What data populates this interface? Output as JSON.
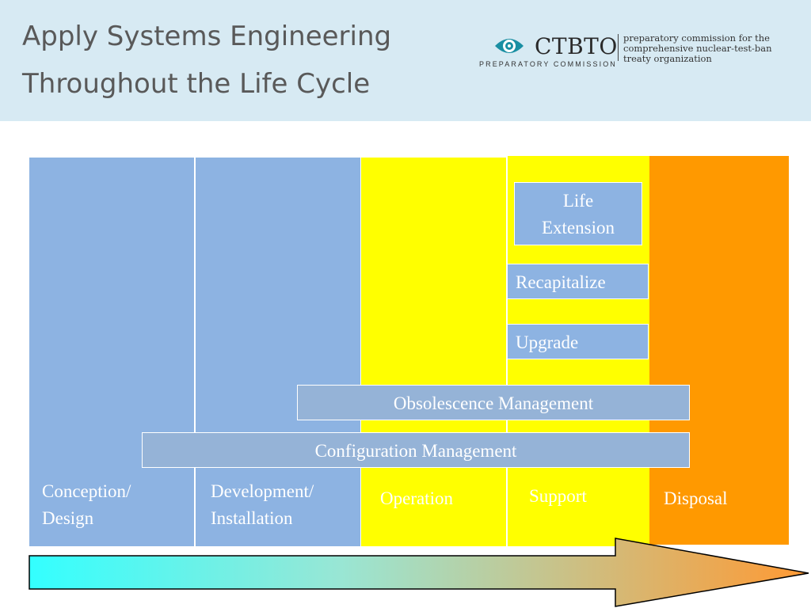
{
  "header": {
    "title_line1": "Apply Systems Engineering",
    "title_line2": "Throughout the Life Cycle"
  },
  "logo": {
    "name": "CTBTO",
    "sub": "PREPARATORY COMMISSION",
    "desc_line1": "preparatory commission for the",
    "desc_line2": "comprehensive nuclear-test-ban",
    "desc_line3": "treaty organization",
    "icon": "eye-emblem-icon"
  },
  "phases": {
    "conception": {
      "line1": "Conception/",
      "line2": "Design",
      "color": "#8db3e2"
    },
    "development": {
      "line1": "Development/",
      "line2": "Installation",
      "color": "#8db3e2"
    },
    "operation": {
      "label": "Operation",
      "color": "#ffff00"
    },
    "support": {
      "label": "Support",
      "color": "#ffff00"
    },
    "disposal": {
      "label": "Disposal",
      "color": "#ff9900"
    }
  },
  "activities": {
    "life_extension_line1": "Life",
    "life_extension_line2": "Extension",
    "recapitalize": "Recapitalize",
    "upgrade": "Upgrade",
    "obsolescence": "Obsolescence Management",
    "configuration": "Configuration Management"
  },
  "arrow": {
    "gradient_start": "#33ffff",
    "gradient_end": "#ff9933",
    "outline": "#000000"
  }
}
